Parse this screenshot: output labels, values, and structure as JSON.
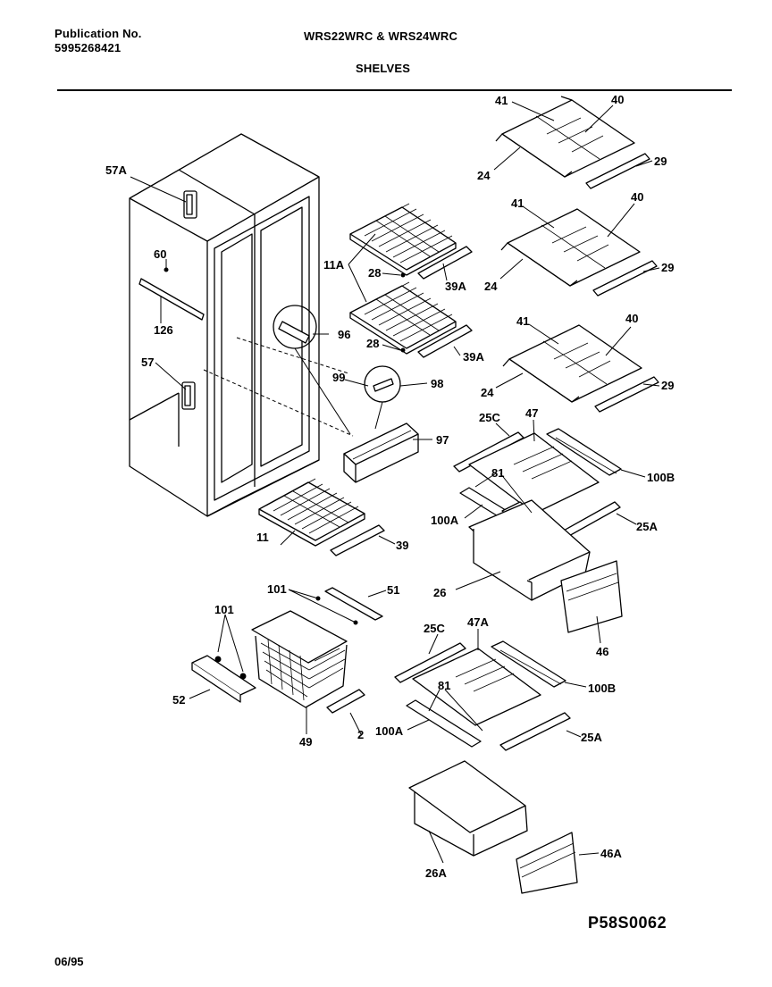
{
  "header": {
    "publication_label": "Publication No.",
    "publication_number": "5995268421",
    "models": "WRS22WRC & WRS24WRC",
    "section": "SHELVES"
  },
  "footer": {
    "diagram_code": "P58S0062",
    "date": "06/95"
  },
  "part_labels": [
    "41",
    "40",
    "24",
    "29",
    "41",
    "40",
    "24",
    "29",
    "41",
    "40",
    "24",
    "29",
    "57A",
    "60",
    "126",
    "57",
    "11A",
    "28",
    "39A",
    "28",
    "39A",
    "96",
    "99",
    "98",
    "97",
    "25C",
    "47",
    "81",
    "100B",
    "100A",
    "25A",
    "26",
    "46",
    "11",
    "39",
    "101",
    "51",
    "101",
    "52",
    "49",
    "2",
    "25C",
    "47A",
    "81",
    "100B",
    "100A",
    "25A",
    "26A",
    "46A"
  ]
}
